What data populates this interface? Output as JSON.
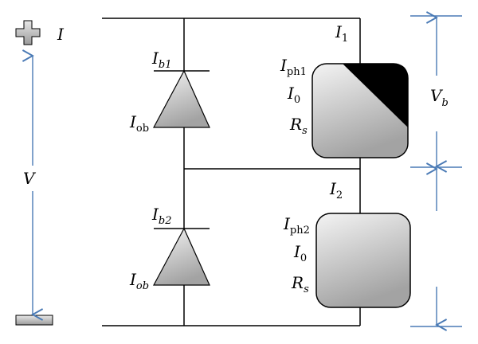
{
  "terminals": {
    "plus_label": "I",
    "voltage_label": "V"
  },
  "top_branch": {
    "current_label": {
      "main": "I",
      "sub": "1"
    },
    "diode_top_label": {
      "main": "I",
      "sub": "b1"
    },
    "diode_side_label": {
      "main": "I",
      "sub": "ob"
    },
    "cell_labels": [
      {
        "main": "I",
        "sub": "ph1"
      },
      {
        "main": "I",
        "sub": "0"
      },
      {
        "main": "R",
        "sub": "s"
      }
    ],
    "voltage_label": {
      "main": "V",
      "sub": "b"
    }
  },
  "bottom_branch": {
    "current_label": {
      "main": "I",
      "sub": "2"
    },
    "diode_top_label": {
      "main": "I",
      "sub": "b2"
    },
    "diode_side_label": {
      "main": "I",
      "sub": "ob"
    },
    "cell_labels": [
      {
        "main": "I",
        "sub": "ph2"
      },
      {
        "main": "I",
        "sub": "0"
      },
      {
        "main": "R",
        "sub": "s"
      }
    ]
  },
  "colors": {
    "wire": "#000000",
    "arrow": "#4a7ab5",
    "shade_light": "#f2f2f2",
    "shade_dark": "#a6a6a6",
    "shadow_fill": "#000000"
  }
}
